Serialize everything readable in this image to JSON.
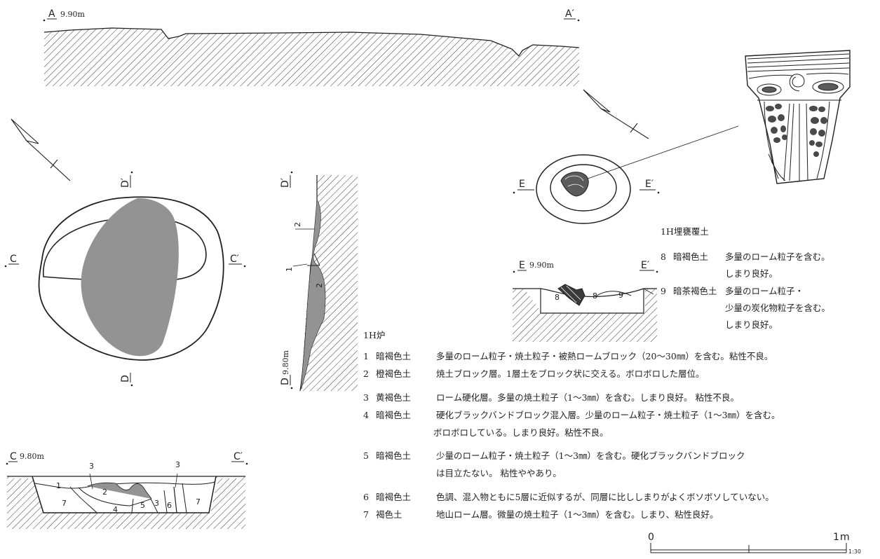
{
  "section_labels": {
    "a": "A",
    "a_prime": "A′",
    "a_elev": "9.90m",
    "c": "C",
    "c_prime": "C′",
    "d": "D",
    "d_prime": "D′",
    "e": "E",
    "e_prime": "E′",
    "e_sec": "E",
    "e_sec_prime": "E′",
    "e_elev": "9.90m",
    "c_sec": "C",
    "c_sec_prime": "C′",
    "c_elev": "9.80m",
    "d_sec": "D",
    "d_sec_prime": "D′",
    "d_elev": "9.80m"
  },
  "layer_numbers": {
    "c_section": [
      "1",
      "2",
      "3",
      "3",
      "4",
      "5",
      "3",
      "6",
      "7",
      "7"
    ],
    "d_section": [
      "2",
      "1",
      "2"
    ],
    "e_section": [
      "8",
      "8",
      "9"
    ]
  },
  "burial_fill": {
    "heading": "1H埋甕覆土",
    "rows": [
      {
        "no": "8",
        "soil": "暗褐色土",
        "desc": "多量のローム粒子を含む。",
        "cont": [
          "しまり良好。"
        ]
      },
      {
        "no": "9",
        "soil": "暗茶褐色土",
        "desc": "多量のローム粒子・",
        "cont": [
          "少量の炭化物粒子を含む。",
          "しまり良好。"
        ]
      }
    ]
  },
  "hearth": {
    "heading": "1H炉",
    "rows": [
      {
        "no": "1",
        "soil": "暗褐色土",
        "desc": "多量のローム粒子・焼土粒子・被熱ロームブロック（20〜30㎜）を含む。粘性不良。",
        "cont": []
      },
      {
        "no": "2",
        "soil": "橙褐色土",
        "desc": "焼土ブロック層。1層土をブロック状に交える。ボロボロした層位。",
        "cont": []
      },
      {
        "no": "3",
        "soil": "黄褐色土",
        "desc": "ローム硬化層。多量の焼土粒子（1〜3㎜）を含む。しまり良好。 粘性不良。",
        "cont": []
      },
      {
        "no": "4",
        "soil": "暗褐色土",
        "desc": "硬化ブラックバンドブロック混入層。少量のローム粒子・焼土粒子（1〜3㎜）を含む。",
        "cont": [
          "ボロボロしている。しまり良好。粘性不良。"
        ]
      },
      {
        "no": "5",
        "soil": "暗褐色土",
        "desc": "少量のローム粒子・焼土粒子（1〜3㎜）を含む。硬化ブラックバンドブロック",
        "cont": [
          "は目立たない。 粘性ややあり。"
        ]
      },
      {
        "no": "6",
        "soil": "暗褐色土",
        "desc": "色調、混入物ともに5層に近似するが、同層に比ししまりがよくボソボソしていない。",
        "cont": []
      },
      {
        "no": "7",
        "soil": "褐色土",
        "desc": "地山ローム層。微量の焼土粒子（1〜3㎜）を含む。しまり、粘性良好。",
        "cont": []
      }
    ]
  },
  "scale": {
    "zero": "0",
    "one": "1",
    "unit": "m",
    "ratio": "1:30"
  }
}
